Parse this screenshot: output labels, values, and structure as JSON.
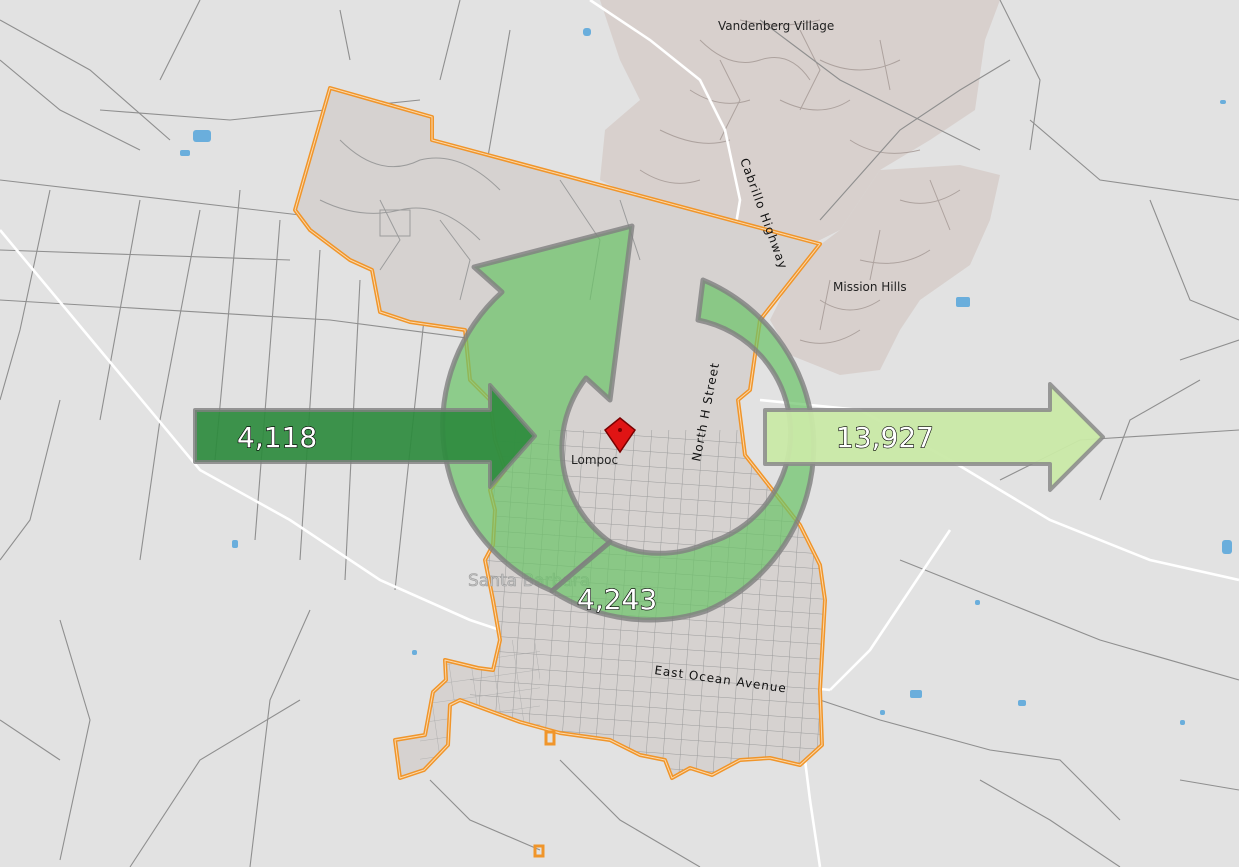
{
  "places": {
    "vandenberg_village": "Vandenberg Village",
    "mission_hills": "Mission Hills",
    "lompoc": "Lompoc",
    "santa_barbara": "Santa Barbara"
  },
  "roads": {
    "cabrillo": "Cabrillo Highway",
    "north_h": "North H Street",
    "east_ocean": "East Ocean Avenue"
  },
  "flows": {
    "inflow": "4,118",
    "internal": "4,243",
    "outflow": "13,927"
  },
  "colors": {
    "inflow": "#2e8b3e",
    "internal": "#6cc46a",
    "outflow": "#c9e9a6",
    "boundary": "#f0952a",
    "marker": "#e01414"
  }
}
